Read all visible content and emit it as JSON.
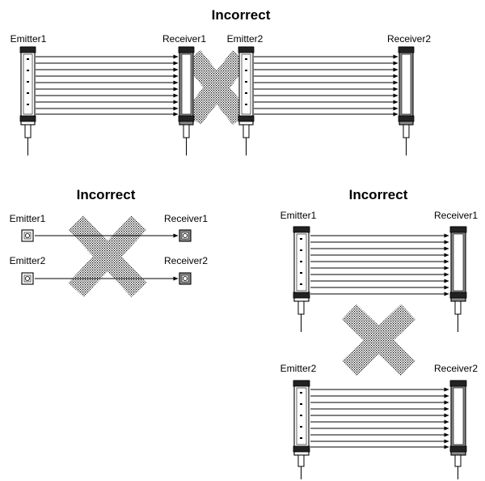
{
  "top_section": {
    "title": "Incorrect",
    "labels": {
      "emitter1": "Emitter1",
      "receiver1": "Receiver1",
      "emitter2": "Emitter2",
      "receiver2": "Receiver2"
    }
  },
  "left_section": {
    "title": "Incorrect",
    "labels": {
      "emitter1": "Emitter1",
      "receiver1": "Receiver1",
      "emitter2": "Emitter2",
      "receiver2": "Receiver2"
    }
  },
  "right_section": {
    "title": "Incorrect",
    "labels": {
      "emitter1": "Emitter1",
      "receiver1": "Receiver1",
      "emitter2": "Emitter2",
      "receiver2": "Receiver2"
    }
  }
}
